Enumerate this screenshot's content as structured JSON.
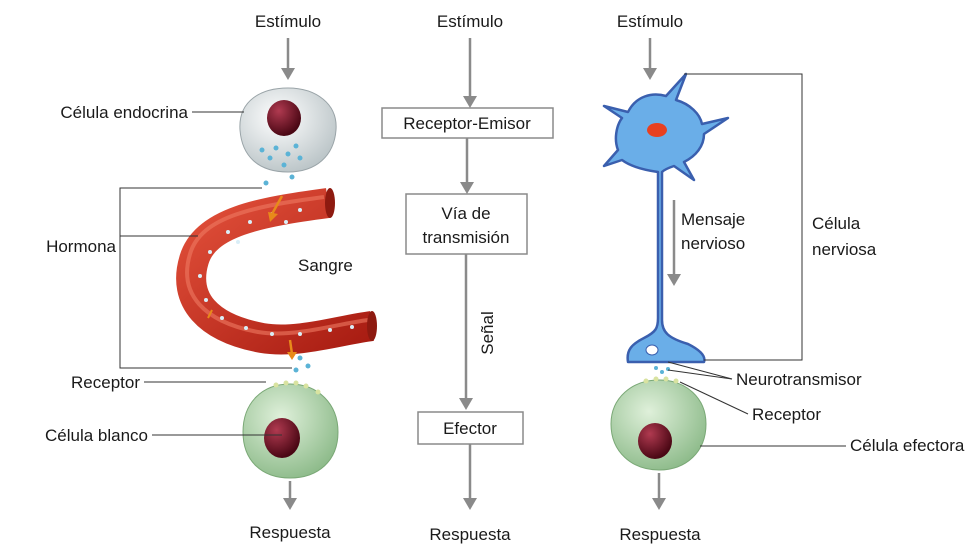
{
  "hormonal": {
    "stimulus": "Estímulo",
    "endocrine_cell": "Célula endocrina",
    "hormone": "Hormona",
    "blood": "Sangre",
    "receptor": "Receptor",
    "target_cell": "Célula blanco",
    "response": "Respuesta"
  },
  "general": {
    "stimulus": "Estímulo",
    "receptor_emitter": "Receptor-Emisor",
    "pathway_line1": "Vía de",
    "pathway_line2": "transmisión",
    "signal": "Señal",
    "effector": "Efector",
    "response": "Respuesta"
  },
  "nervous": {
    "stimulus": "Estímulo",
    "message_line1": "Mensaje",
    "message_line2": "nervioso",
    "nerve_cell_line1": "Célula",
    "nerve_cell_line2": "nerviosa",
    "neurotransmitter": "Neurotransmisor",
    "receptor": "Receptor",
    "effector_cell": "Célula efectora",
    "response": "Respuesta"
  },
  "colors": {
    "arrow": "#8a8a8a",
    "blood_vessel": "#c42a1c",
    "cell_green": "#b6d8b0",
    "nucleus": "#6b1020",
    "neuron_blue": "#6aaee8"
  }
}
